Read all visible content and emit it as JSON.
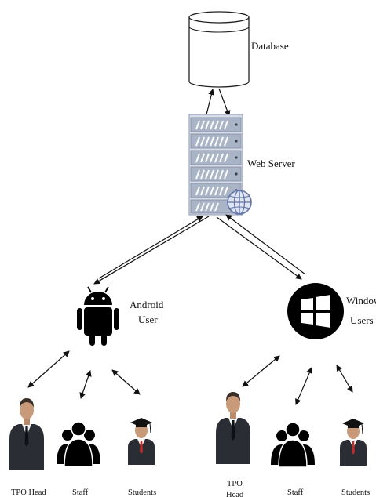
{
  "labels": {
    "database": "Database",
    "web_server": "Web Server",
    "android_l1": "Android",
    "android_l2": "User",
    "windows_l1": "Windows",
    "windows_l2": "Users",
    "tpo_head_left": "TPO Head",
    "staff_left": "Staff",
    "students_left": "Students",
    "tpo_head_right_l1": "TPO",
    "tpo_head_right_l2": "Head",
    "staff_right": "Staff",
    "students_right": "Students"
  },
  "colors": {
    "line": "#111111",
    "server_fill": "#a9b4c7",
    "server_stripe": "#ffffff",
    "globe": "#6274a8",
    "suit": "#2b2d34",
    "skin": "#c89a79"
  }
}
